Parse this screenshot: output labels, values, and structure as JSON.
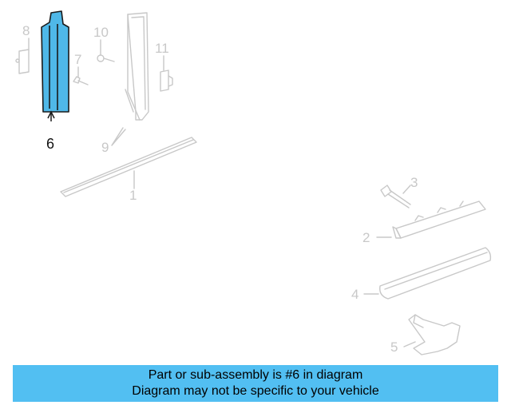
{
  "callouts": {
    "c1": "1",
    "c2": "2",
    "c3": "3",
    "c4": "4",
    "c5": "5",
    "c6": "6",
    "c7": "7",
    "c8": "8",
    "c9": "9",
    "c10": "10",
    "c11": "11"
  },
  "highlight": {
    "part": "6",
    "fill_color": "#4fb8e8",
    "outline_color": "#1a1a1a",
    "ghost_color": "#c8c8c8"
  },
  "banner": {
    "line1": "Part or sub-assembly is #6 in diagram",
    "line2": "Diagram may not be specific to your vehicle",
    "background": "#52bff2"
  }
}
